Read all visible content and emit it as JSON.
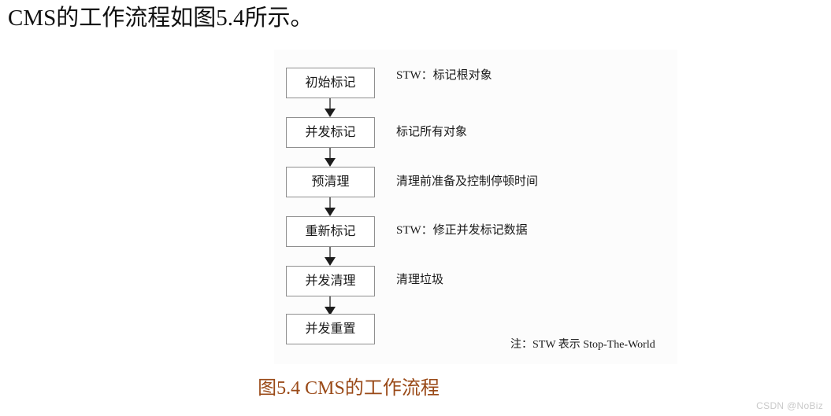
{
  "page": {
    "heading": "CMS的工作流程如图5.4所示。",
    "caption": "图5.4 CMS的工作流程",
    "watermark": "CSDN @NoBiz"
  },
  "figure": {
    "footnote": "注：STW 表示 Stop-The-World",
    "steps": [
      {
        "box": "初始标记",
        "note": "STW：标记根对象"
      },
      {
        "box": "并发标记",
        "note": "标记所有对象"
      },
      {
        "box": "预清理",
        "note": "清理前准备及控制停顿时间"
      },
      {
        "box": "重新标记",
        "note": "STW：修正并发标记数据"
      },
      {
        "box": "并发清理",
        "note": "清理垃圾"
      },
      {
        "box": "并发重置",
        "note": ""
      }
    ],
    "colors": {
      "box_border": "#8f8f8f",
      "box_fill": "#ffffff",
      "arrow": "#1c1c1c",
      "figure_background": "#fcfcfc",
      "caption": "#9a4a18",
      "watermark": "#c9c9c9"
    }
  }
}
